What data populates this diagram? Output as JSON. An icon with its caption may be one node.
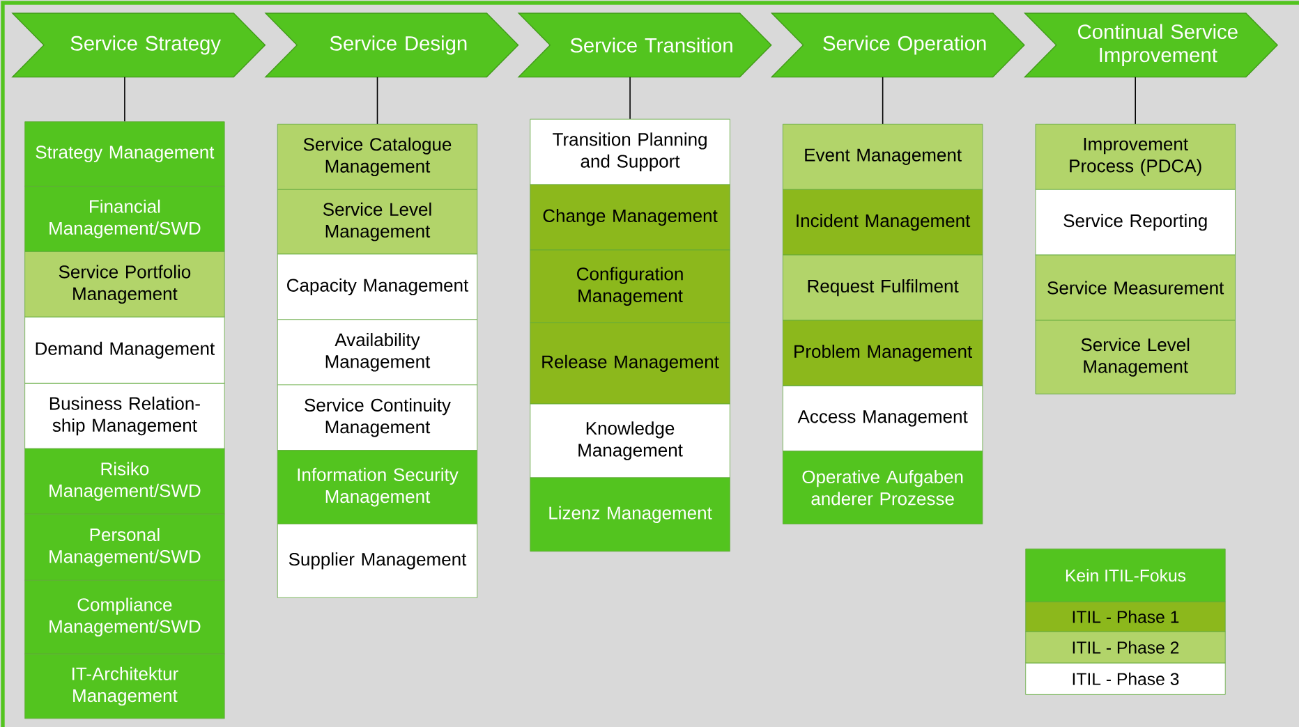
{
  "diagram": {
    "nodes": [
      {
        "text": [
          "Service Strategy"
        ]
      },
      {
        "text": [
          "Service Design"
        ]
      },
      {
        "text": [
          "Service Transition"
        ]
      },
      {
        "text": [
          "Service Operation"
        ]
      },
      {
        "text": [
          "Continual Service Improvement"
        ]
      },
      {
        "text": [
          "Strategy Management"
        ]
      },
      {
        "text": [
          "Financial Management/SWD"
        ]
      },
      {
        "text": [
          "Service Portfolio Management"
        ]
      },
      {
        "text": [
          "Demand Management"
        ]
      },
      {
        "text": [
          "Business Relation-ship Management"
        ]
      },
      {
        "text": [
          "Risiko Management/SWD"
        ]
      },
      {
        "text": [
          "Personal Management/SWD"
        ]
      },
      {
        "text": [
          "Compliance Management/SWD"
        ]
      },
      {
        "text": [
          "IT-Architektur Management"
        ]
      },
      {
        "text": [
          "Service Catalogue Management"
        ]
      },
      {
        "text": [
          "Service Level Management"
        ]
      },
      {
        "text": [
          "Capacity Management"
        ]
      },
      {
        "text": [
          "Availability Management"
        ]
      },
      {
        "text": [
          "Service Continuity Management"
        ]
      },
      {
        "text": [
          "Information Security Management"
        ]
      },
      {
        "text": [
          "Supplier Management"
        ]
      },
      {
        "text": [
          "Transition Planning and Support"
        ]
      },
      {
        "text": [
          "Change Management"
        ]
      },
      {
        "text": [
          "Configuration Management"
        ]
      },
      {
        "text": [
          "Release Management"
        ]
      },
      {
        "text": [
          "Knowledge Management"
        ]
      },
      {
        "text": [
          "Lizenz Management"
        ]
      },
      {
        "text": [
          "Event Management"
        ]
      },
      {
        "text": [
          "Incident Management"
        ]
      },
      {
        "text": [
          "Request Fulfilment"
        ]
      },
      {
        "text": [
          "Problem Management"
        ]
      },
      {
        "text": [
          "Access Management"
        ]
      },
      {
        "text": [
          "Operative Aufgaben anderer Prozesse"
        ]
      },
      {
        "text": [
          "Improvement Process (PDCA)"
        ]
      },
      {
        "text": [
          "Service Reporting"
        ]
      },
      {
        "text": [
          "Service Measurement"
        ]
      },
      {
        "text": [
          "Service Level Management"
        ]
      }
    ],
    "edges": [
      {
        "from": 0,
        "to": 5,
        "arrow": "none"
      },
      {
        "from": 1,
        "to": 14,
        "arrow": "none"
      },
      {
        "from": 2,
        "to": 21,
        "arrow": "none"
      },
      {
        "from": 3,
        "to": 27,
        "arrow": "none"
      },
      {
        "from": 4,
        "to": 33,
        "arrow": "none"
      }
    ],
    "legend": [
      {
        "text": "Kein ITIL-Fokus",
        "color": "#53c41f"
      },
      {
        "text": "ITIL - Phase 1",
        "color": "#8cb81c"
      },
      {
        "text": "ITIL - Phase 2",
        "color": "#b2d46a"
      },
      {
        "text": "ITIL - Phase 3",
        "color": "#ffffff"
      }
    ]
  }
}
